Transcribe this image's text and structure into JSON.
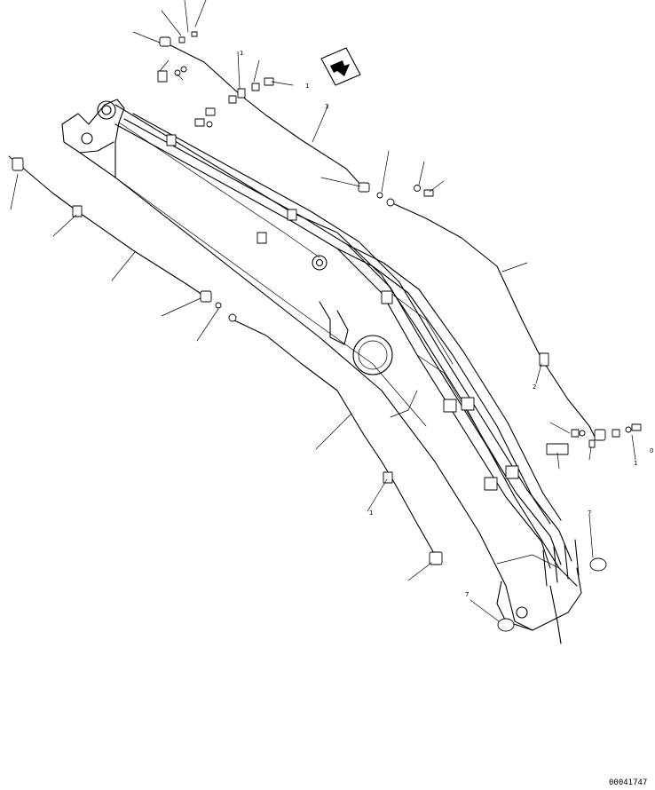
{
  "drawing": {
    "code": "00041747"
  },
  "callouts": [
    {
      "id": "c-hose-top-right",
      "label": "1"
    },
    {
      "id": "c-bracket-top",
      "label": "1"
    },
    {
      "id": "c-long-hose-right",
      "label": "1"
    },
    {
      "id": "c-mid-lower-clamp",
      "label": "1"
    },
    {
      "id": "c-bracket-right",
      "label": "1"
    },
    {
      "id": "c-washer-right",
      "label": "0"
    },
    {
      "id": "c-clamp-right-low",
      "label": "2"
    },
    {
      "id": "c-oring-right",
      "label": "7"
    },
    {
      "id": "c-oring-bottom",
      "label": "7"
    }
  ]
}
